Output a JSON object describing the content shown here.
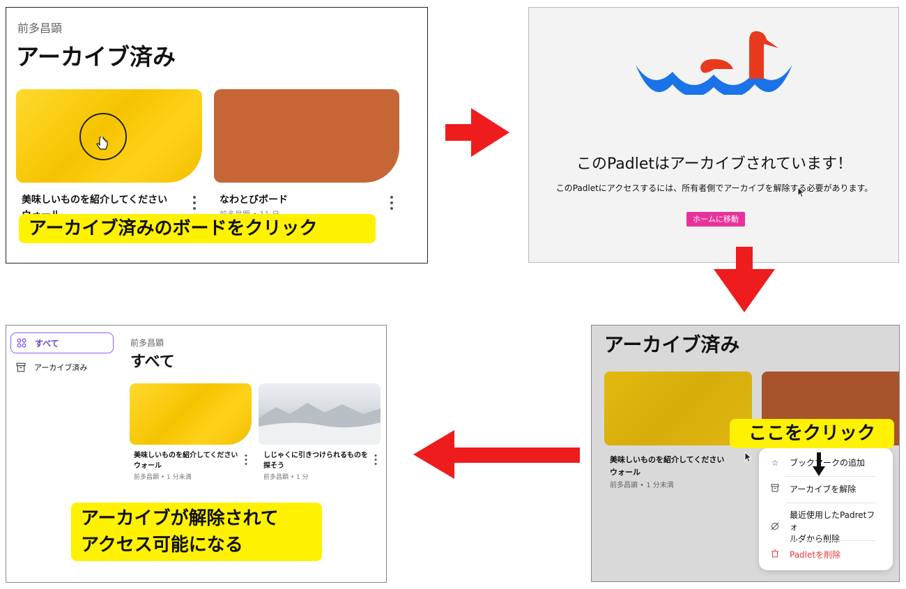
{
  "panel1": {
    "owner": "前多昌顕",
    "title": "アーカイブ済み",
    "card1_title_line1": "美味しいものを紹介してください",
    "card1_title_line2": "ウォール",
    "card2_title": "なわとびボード",
    "card2_meta": "前多昌顕 • 11 日",
    "callout": "アーカイブ済みのボードをクリック"
  },
  "panel2": {
    "heading": "このPadletはアーカイブされています！",
    "description": "このPadletにアクセスするには、所有者側でアーカイブを解除する必要があります。",
    "home_button": "ホームに移動"
  },
  "panel3": {
    "title": "アーカイブ済み",
    "card_title_line1": "美味しいものを紹介してください",
    "card_title_line2": "ウォール",
    "card_meta": "前多昌顕 • 1 分未満",
    "callout": "ここをクリック",
    "menu": {
      "bookmark": "ブックマークの追加",
      "unarchive": "アーカイブを解除",
      "remove_recent_line1": "最近使用したPadretフォ",
      "remove_recent_line2": "ルダから削除",
      "delete": "Padletを削除"
    }
  },
  "panel4": {
    "nav_all": "すべて",
    "nav_archived": "アーカイブ済み",
    "owner": "前多昌顕",
    "title": "すべて",
    "card1_line1": "美味しいものを紹介してください",
    "card1_line2": "ウォール",
    "card1_meta": "前多昌顕 • 1 分未満",
    "card2_line1": "しじゃくに引きつけられるものを",
    "card2_line2": "探そう",
    "card2_meta": "前多昌顕 • 1 分",
    "callout_line1": "アーカイブが解除されて",
    "callout_line2": "アクセス可能になる"
  },
  "colors": {
    "arrow": "#ee1c1c",
    "callout": "#fff200",
    "card_yellow": "#f7c800",
    "card_orange": "#c66636",
    "home_button": "#e8329a",
    "nav_active_border": "#8b5cf6",
    "delete_red": "#e53935"
  },
  "icons": [
    "hand-cursor-icon",
    "padlet-swan-logo",
    "mouse-pointer-icon",
    "star-icon",
    "archive-icon",
    "slash-circle-icon",
    "trash-icon",
    "grid-icon",
    "down-arrow-icon",
    "red-arrow-right",
    "red-arrow-down",
    "red-arrow-left"
  ]
}
